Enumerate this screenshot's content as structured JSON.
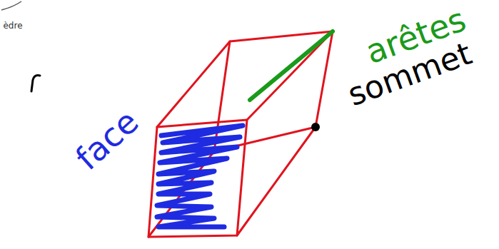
{
  "diagram": {
    "labels": [
      "èdre",
      "face",
      "arêtes",
      "sommet"
    ]
  }
}
